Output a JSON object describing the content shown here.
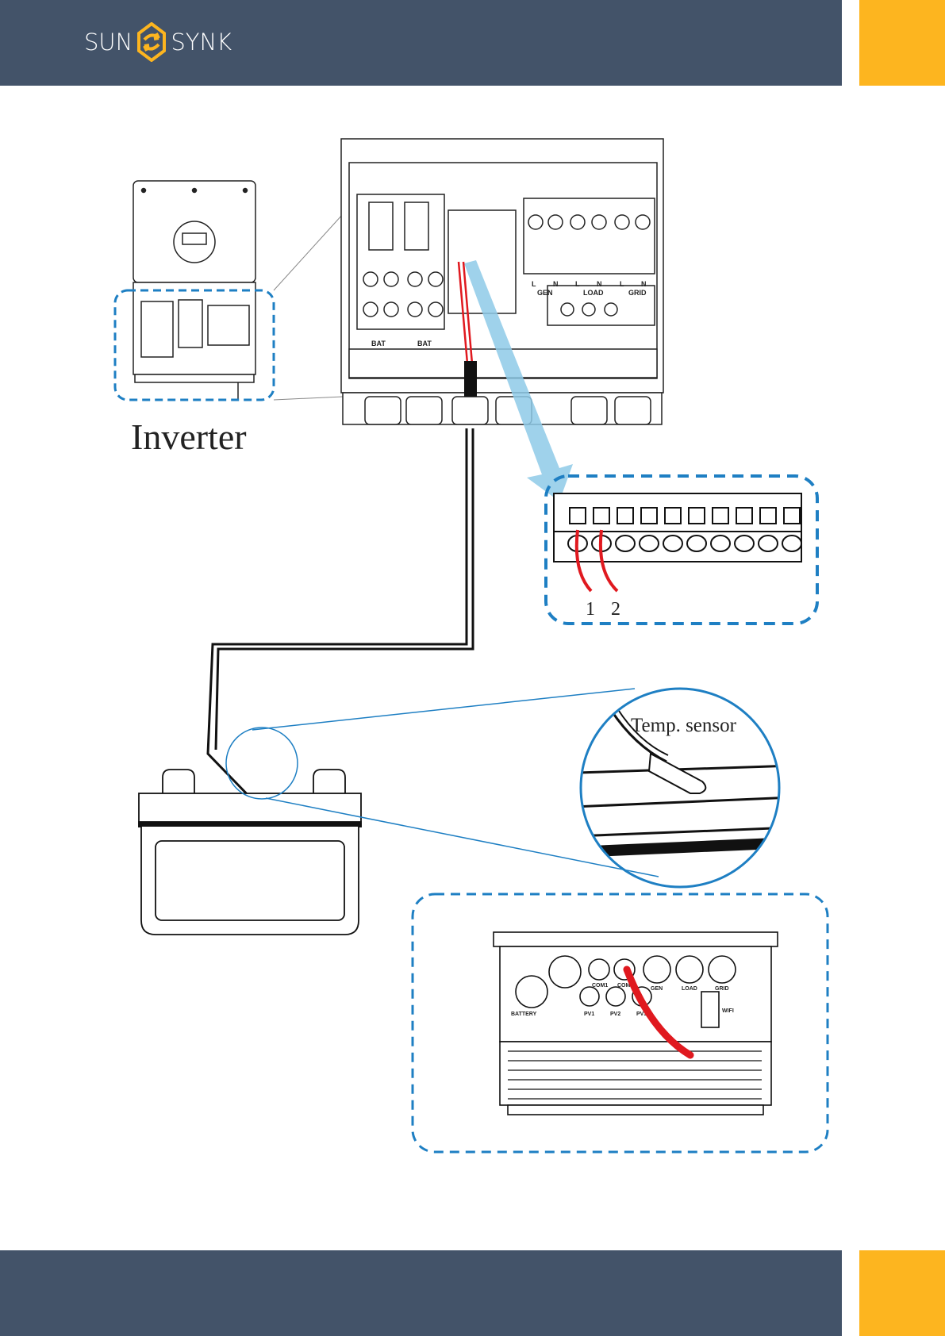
{
  "header": {
    "logo_left": "SUN",
    "logo_right": "SYNK"
  },
  "colors": {
    "band": "#435369",
    "accent": "#fdb51f",
    "callout": "#1e7fc3",
    "wire": "#e0191f",
    "arrow": "#8ecae8"
  },
  "inverter_caption": "Inverter",
  "detail": {
    "bat_labels": [
      "BAT",
      "BAT"
    ],
    "ac_terminals": [
      "L",
      "N",
      "L",
      "N",
      "L",
      "N"
    ],
    "ac_groups": [
      "GEN",
      "LOAD",
      "GRID"
    ]
  },
  "terminal_callout": {
    "pin_labels": [
      "1",
      "2"
    ],
    "terminal_count": 10
  },
  "sensor_callout": {
    "label": "Temp. sensor"
  },
  "bottom_view": {
    "ports": [
      "BATTERY",
      "COM1",
      "COM2",
      "PV1",
      "PV2",
      "PV3",
      "GEN",
      "LOAD",
      "GRID",
      "WIFI"
    ]
  }
}
